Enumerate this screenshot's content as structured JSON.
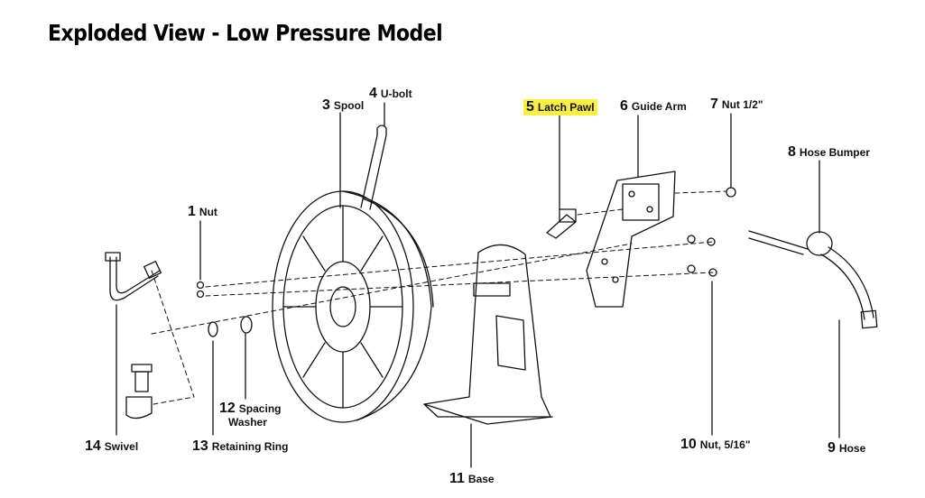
{
  "title": "Exploded View - Low Pressure Model",
  "parts": [
    {
      "num": "1",
      "name": "Nut"
    },
    {
      "num": "3",
      "name": "Spool"
    },
    {
      "num": "4",
      "name": "U-bolt"
    },
    {
      "num": "5",
      "name": "Latch Pawl",
      "highlighted": true
    },
    {
      "num": "6",
      "name": "Guide Arm"
    },
    {
      "num": "7",
      "name": "Nut 1/2\""
    },
    {
      "num": "8",
      "name": "Hose Bumper"
    },
    {
      "num": "9",
      "name": "Hose"
    },
    {
      "num": "10",
      "name": "Nut, 5/16\""
    },
    {
      "num": "11",
      "name": "Base"
    },
    {
      "num": "12",
      "name": "Spacing",
      "name2": "Washer"
    },
    {
      "num": "13",
      "name": "Retaining Ring"
    },
    {
      "num": "14",
      "name": "Swivel"
    }
  ],
  "colors": {
    "highlight": "#f8ef3e",
    "line": "#111111"
  }
}
